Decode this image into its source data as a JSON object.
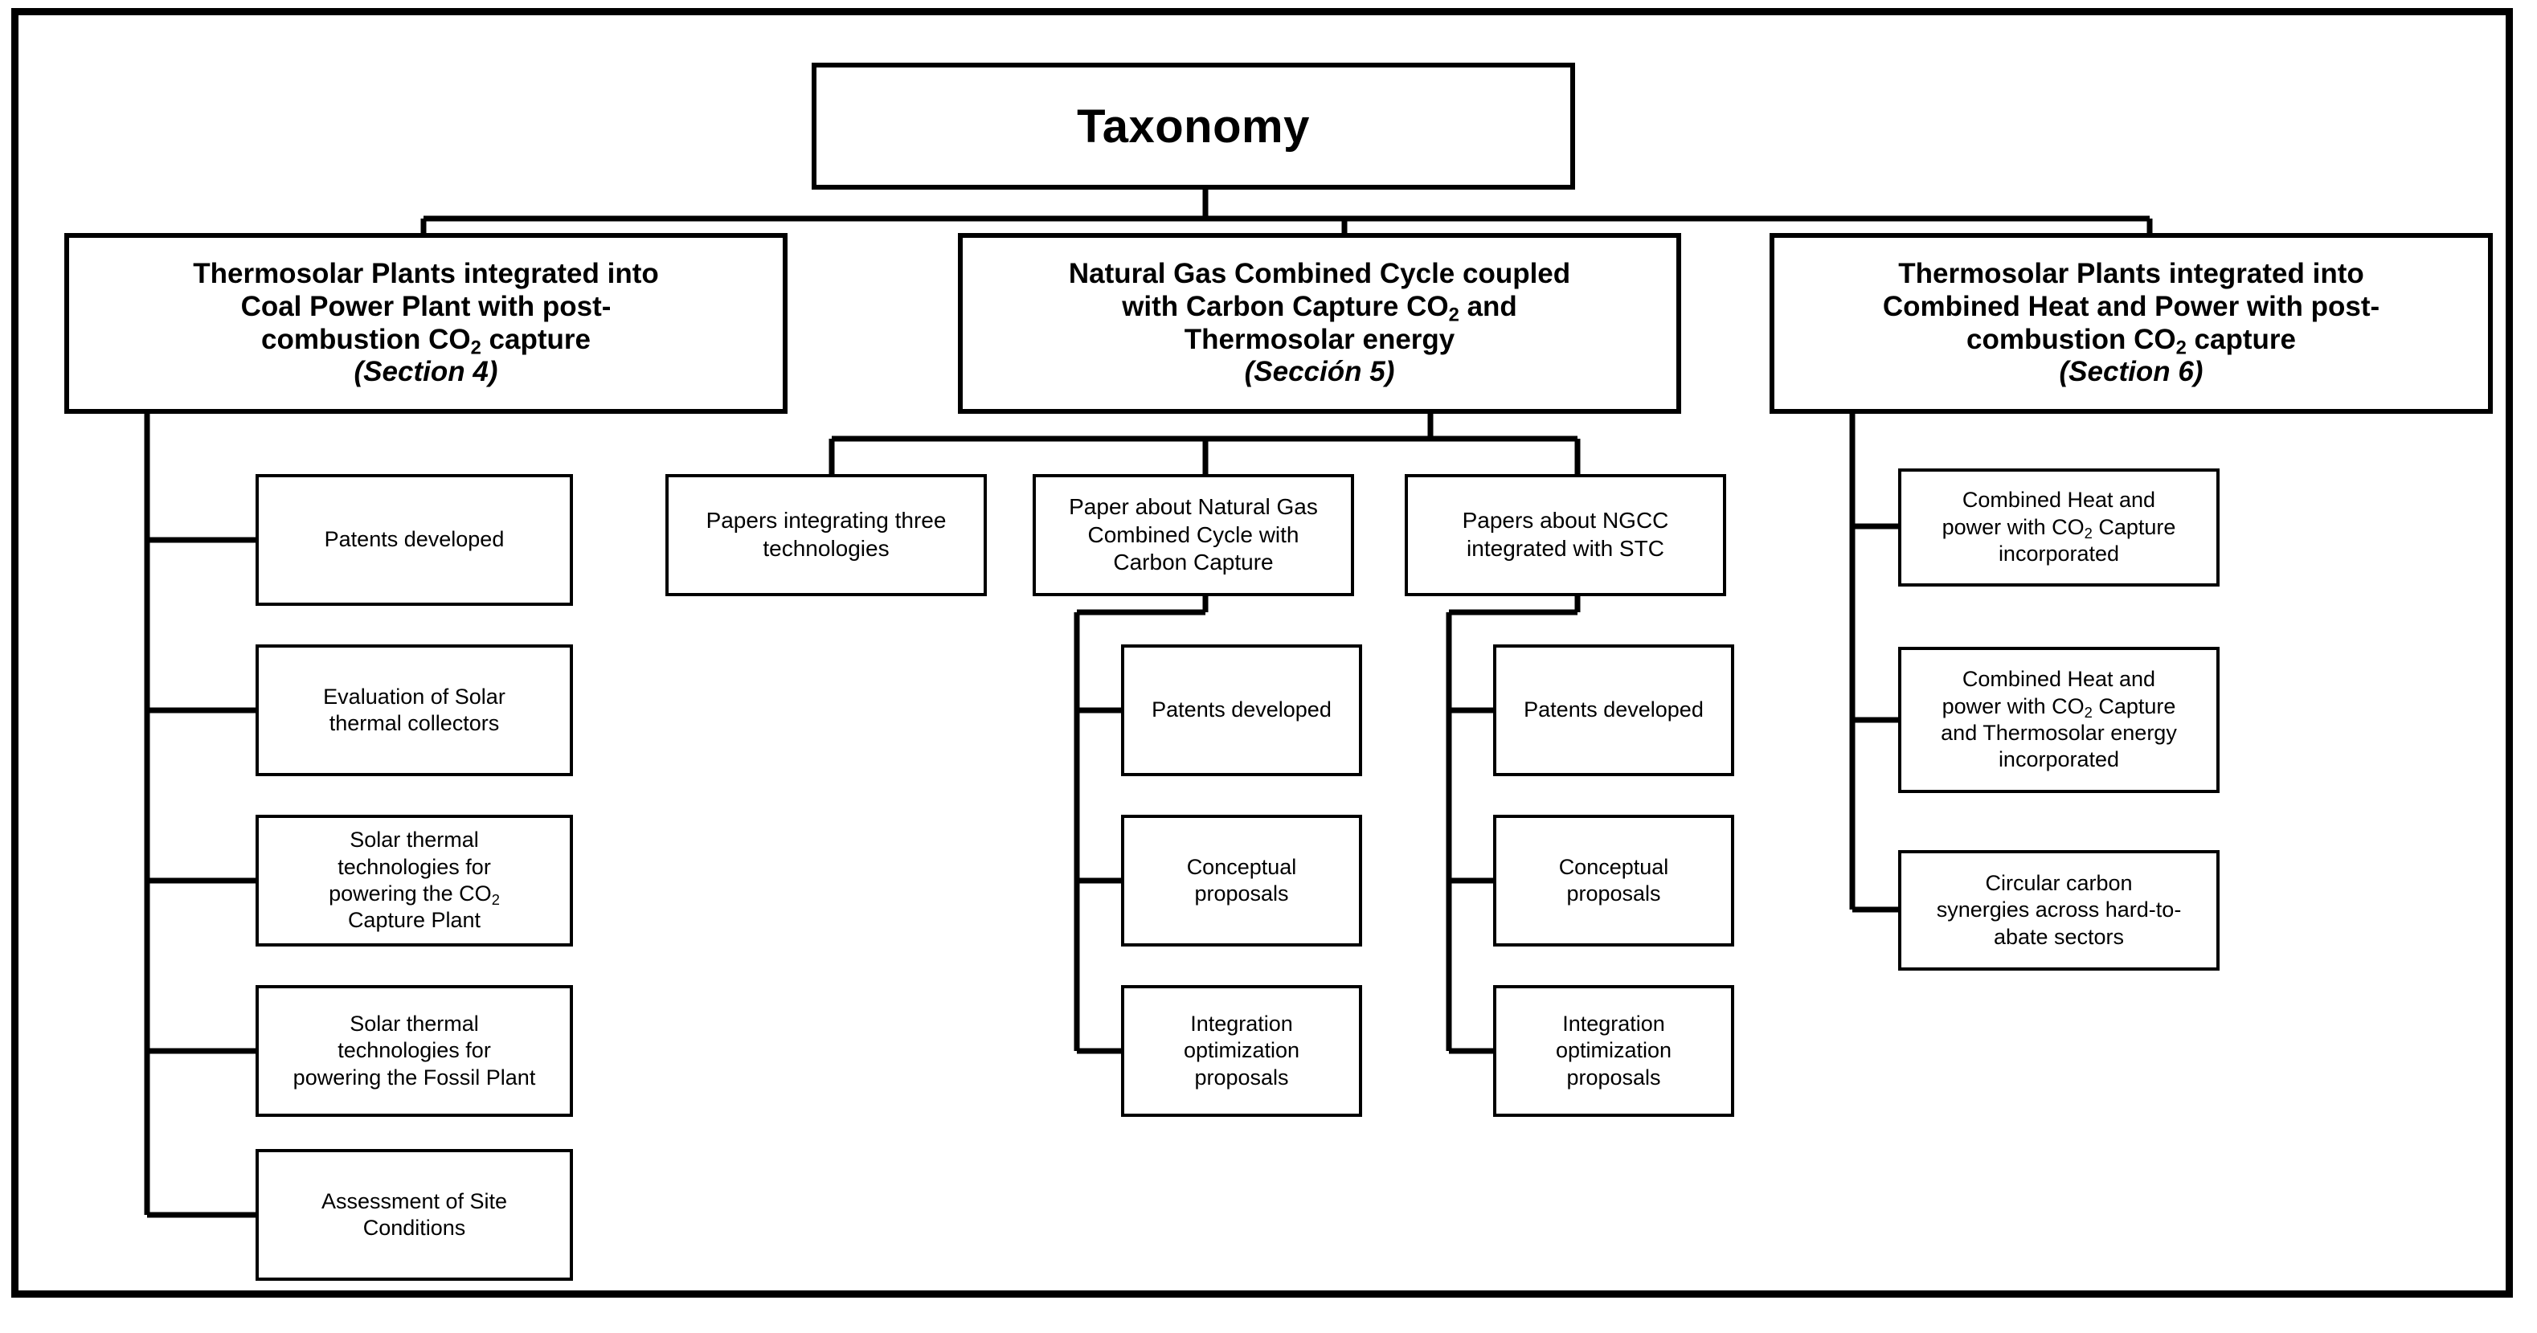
{
  "diagram": {
    "title": "Taxonomy",
    "root": {
      "label": "Taxonomy"
    },
    "branches": [
      {
        "id": "branch-coal",
        "line1": "Thermosolar Plants integrated into",
        "line2": "Coal Power Plant with post-",
        "line3_a": "combustion CO",
        "line3_sub": "2",
        "line3_b": " capture",
        "section": "(Section 4)"
      },
      {
        "id": "branch-ngcc",
        "line1": "Natural Gas Combined Cycle coupled",
        "line2_a": "with Carbon Capture CO",
        "line2_sub": "2",
        "line2_b": " and",
        "line3": "Thermosolar energy",
        "section": "(Sección 5)"
      },
      {
        "id": "branch-chp",
        "line1": "Thermosolar Plants integrated into",
        "line2": "Combined Heat and Power with post-",
        "line3_a": "combustion CO",
        "line3_sub": "2",
        "line3_b": " capture",
        "section": "(Section 6)"
      }
    ],
    "coal_leaves": [
      {
        "id": "leaf-patents-coal",
        "line1": "Patents developed"
      },
      {
        "id": "leaf-evaluation-collectors",
        "line1": "Evaluation of Solar",
        "line2": "thermal collectors"
      },
      {
        "id": "leaf-stc-capture-plant",
        "line1": "Solar thermal",
        "line2": "technologies for",
        "line3_a": "powering the CO",
        "line3_sub": "2",
        "line4": "Capture Plant"
      },
      {
        "id": "leaf-stc-fossil-plant",
        "line1": "Solar thermal",
        "line2": "technologies for",
        "line3": "powering the Fossil Plant"
      },
      {
        "id": "leaf-site-conditions",
        "line1": "Assessment of Site",
        "line2": "Conditions"
      }
    ],
    "ngcc_categories": [
      {
        "id": "cat-three-technologies",
        "line1": "Papers integrating three",
        "line2": "technologies"
      },
      {
        "id": "cat-ngcc-carbon-capture",
        "line1": "Paper about Natural Gas",
        "line2": "Combined Cycle with",
        "line3": "Carbon Capture"
      },
      {
        "id": "cat-ngcc-stc",
        "line1": "Papers about NGCC",
        "line2": "integrated with STC"
      }
    ],
    "ngcc_capture_leaves": [
      {
        "id": "leaf-patents-ngcc-cc",
        "line1": "Patents developed"
      },
      {
        "id": "leaf-conceptual-ngcc-cc",
        "line1": "Conceptual",
        "line2": "proposals"
      },
      {
        "id": "leaf-integration-ngcc-cc",
        "line1": "Integration",
        "line2": "optimization",
        "line3": "proposals"
      }
    ],
    "ngcc_stc_leaves": [
      {
        "id": "leaf-patents-ngcc-stc",
        "line1": "Patents developed"
      },
      {
        "id": "leaf-conceptual-ngcc-stc",
        "line1": "Conceptual",
        "line2": "proposals"
      },
      {
        "id": "leaf-integration-ngcc-stc",
        "line1": "Integration",
        "line2": "optimization",
        "line3": "proposals"
      }
    ],
    "chp_leaves": [
      {
        "id": "leaf-chp-capture",
        "line1": "Combined Heat and",
        "line2_a": "power with CO",
        "line2_sub": "2",
        "line2_b": " Capture",
        "line3": "incorporated"
      },
      {
        "id": "leaf-chp-capture-thermosolar",
        "line1": "Combined Heat and",
        "line2_a": "power with CO",
        "line2_sub": "2",
        "line2_b": " Capture",
        "line3": "and Thermosolar energy",
        "line4": "incorporated"
      },
      {
        "id": "leaf-circular-carbon",
        "line1": "Circular carbon",
        "line2": "synergies across hard-to-",
        "line3": "abate sectors"
      }
    ],
    "colors": {
      "stroke": "#000000",
      "fill": "#ffffff"
    }
  }
}
